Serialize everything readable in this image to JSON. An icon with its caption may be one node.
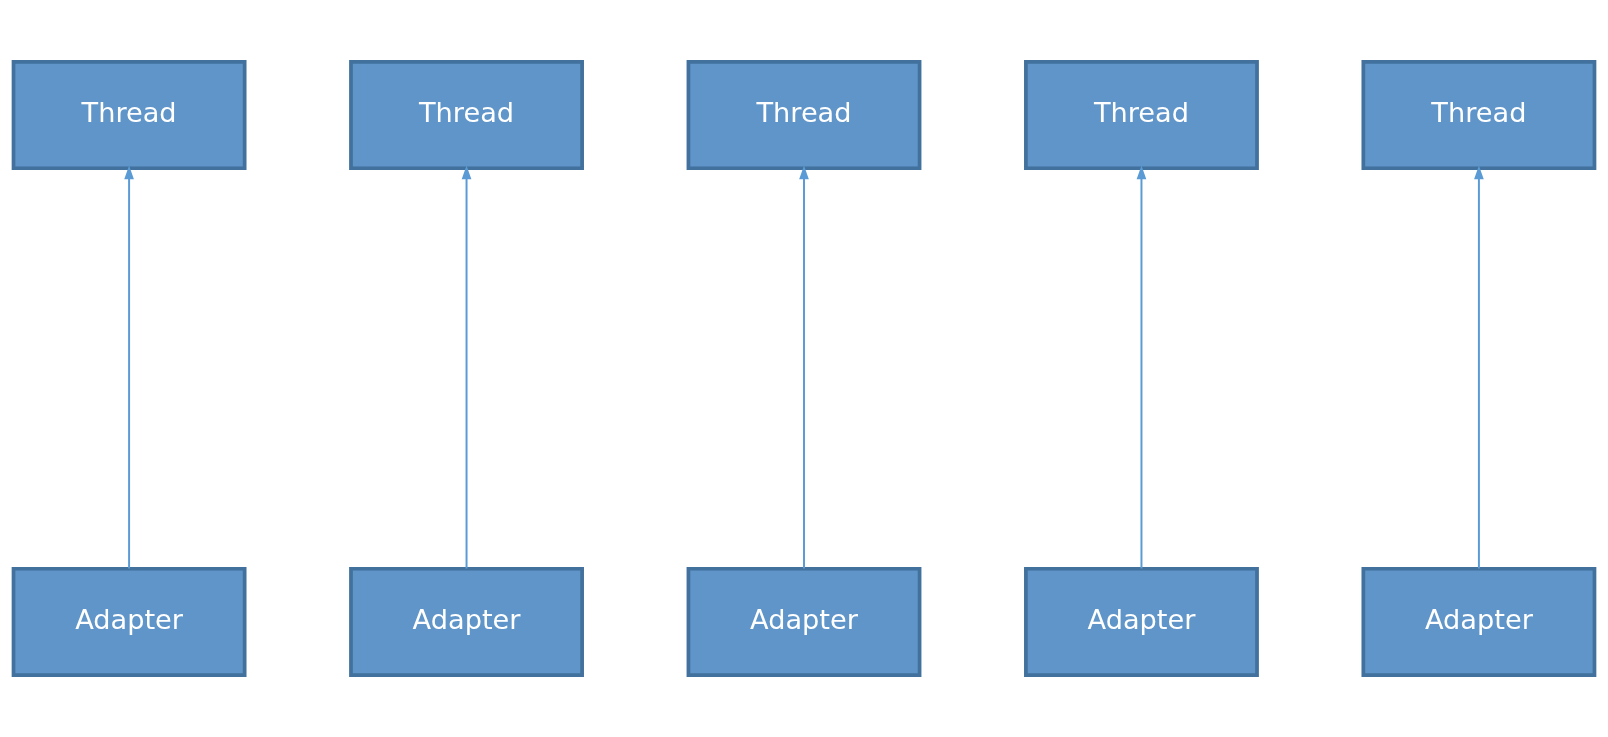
{
  "diagram": {
    "nodes": [
      {
        "text": [
          "Thread"
        ]
      },
      {
        "text": [
          "Thread"
        ]
      },
      {
        "text": [
          "Thread"
        ]
      },
      {
        "text": [
          "Thread"
        ]
      },
      {
        "text": [
          "Thread"
        ]
      },
      {
        "text": [
          "Adapter"
        ]
      },
      {
        "text": [
          "Adapter"
        ]
      },
      {
        "text": [
          "Adapter"
        ]
      },
      {
        "text": [
          "Adapter"
        ]
      },
      {
        "text": [
          "Adapter"
        ]
      }
    ],
    "edges": [
      {
        "from": 5,
        "to": 0,
        "arrow": "to"
      },
      {
        "from": 6,
        "to": 1,
        "arrow": "to"
      },
      {
        "from": 7,
        "to": 2,
        "arrow": "to"
      },
      {
        "from": 8,
        "to": 3,
        "arrow": "to"
      },
      {
        "from": 9,
        "to": 4,
        "arrow": "to"
      }
    ]
  }
}
